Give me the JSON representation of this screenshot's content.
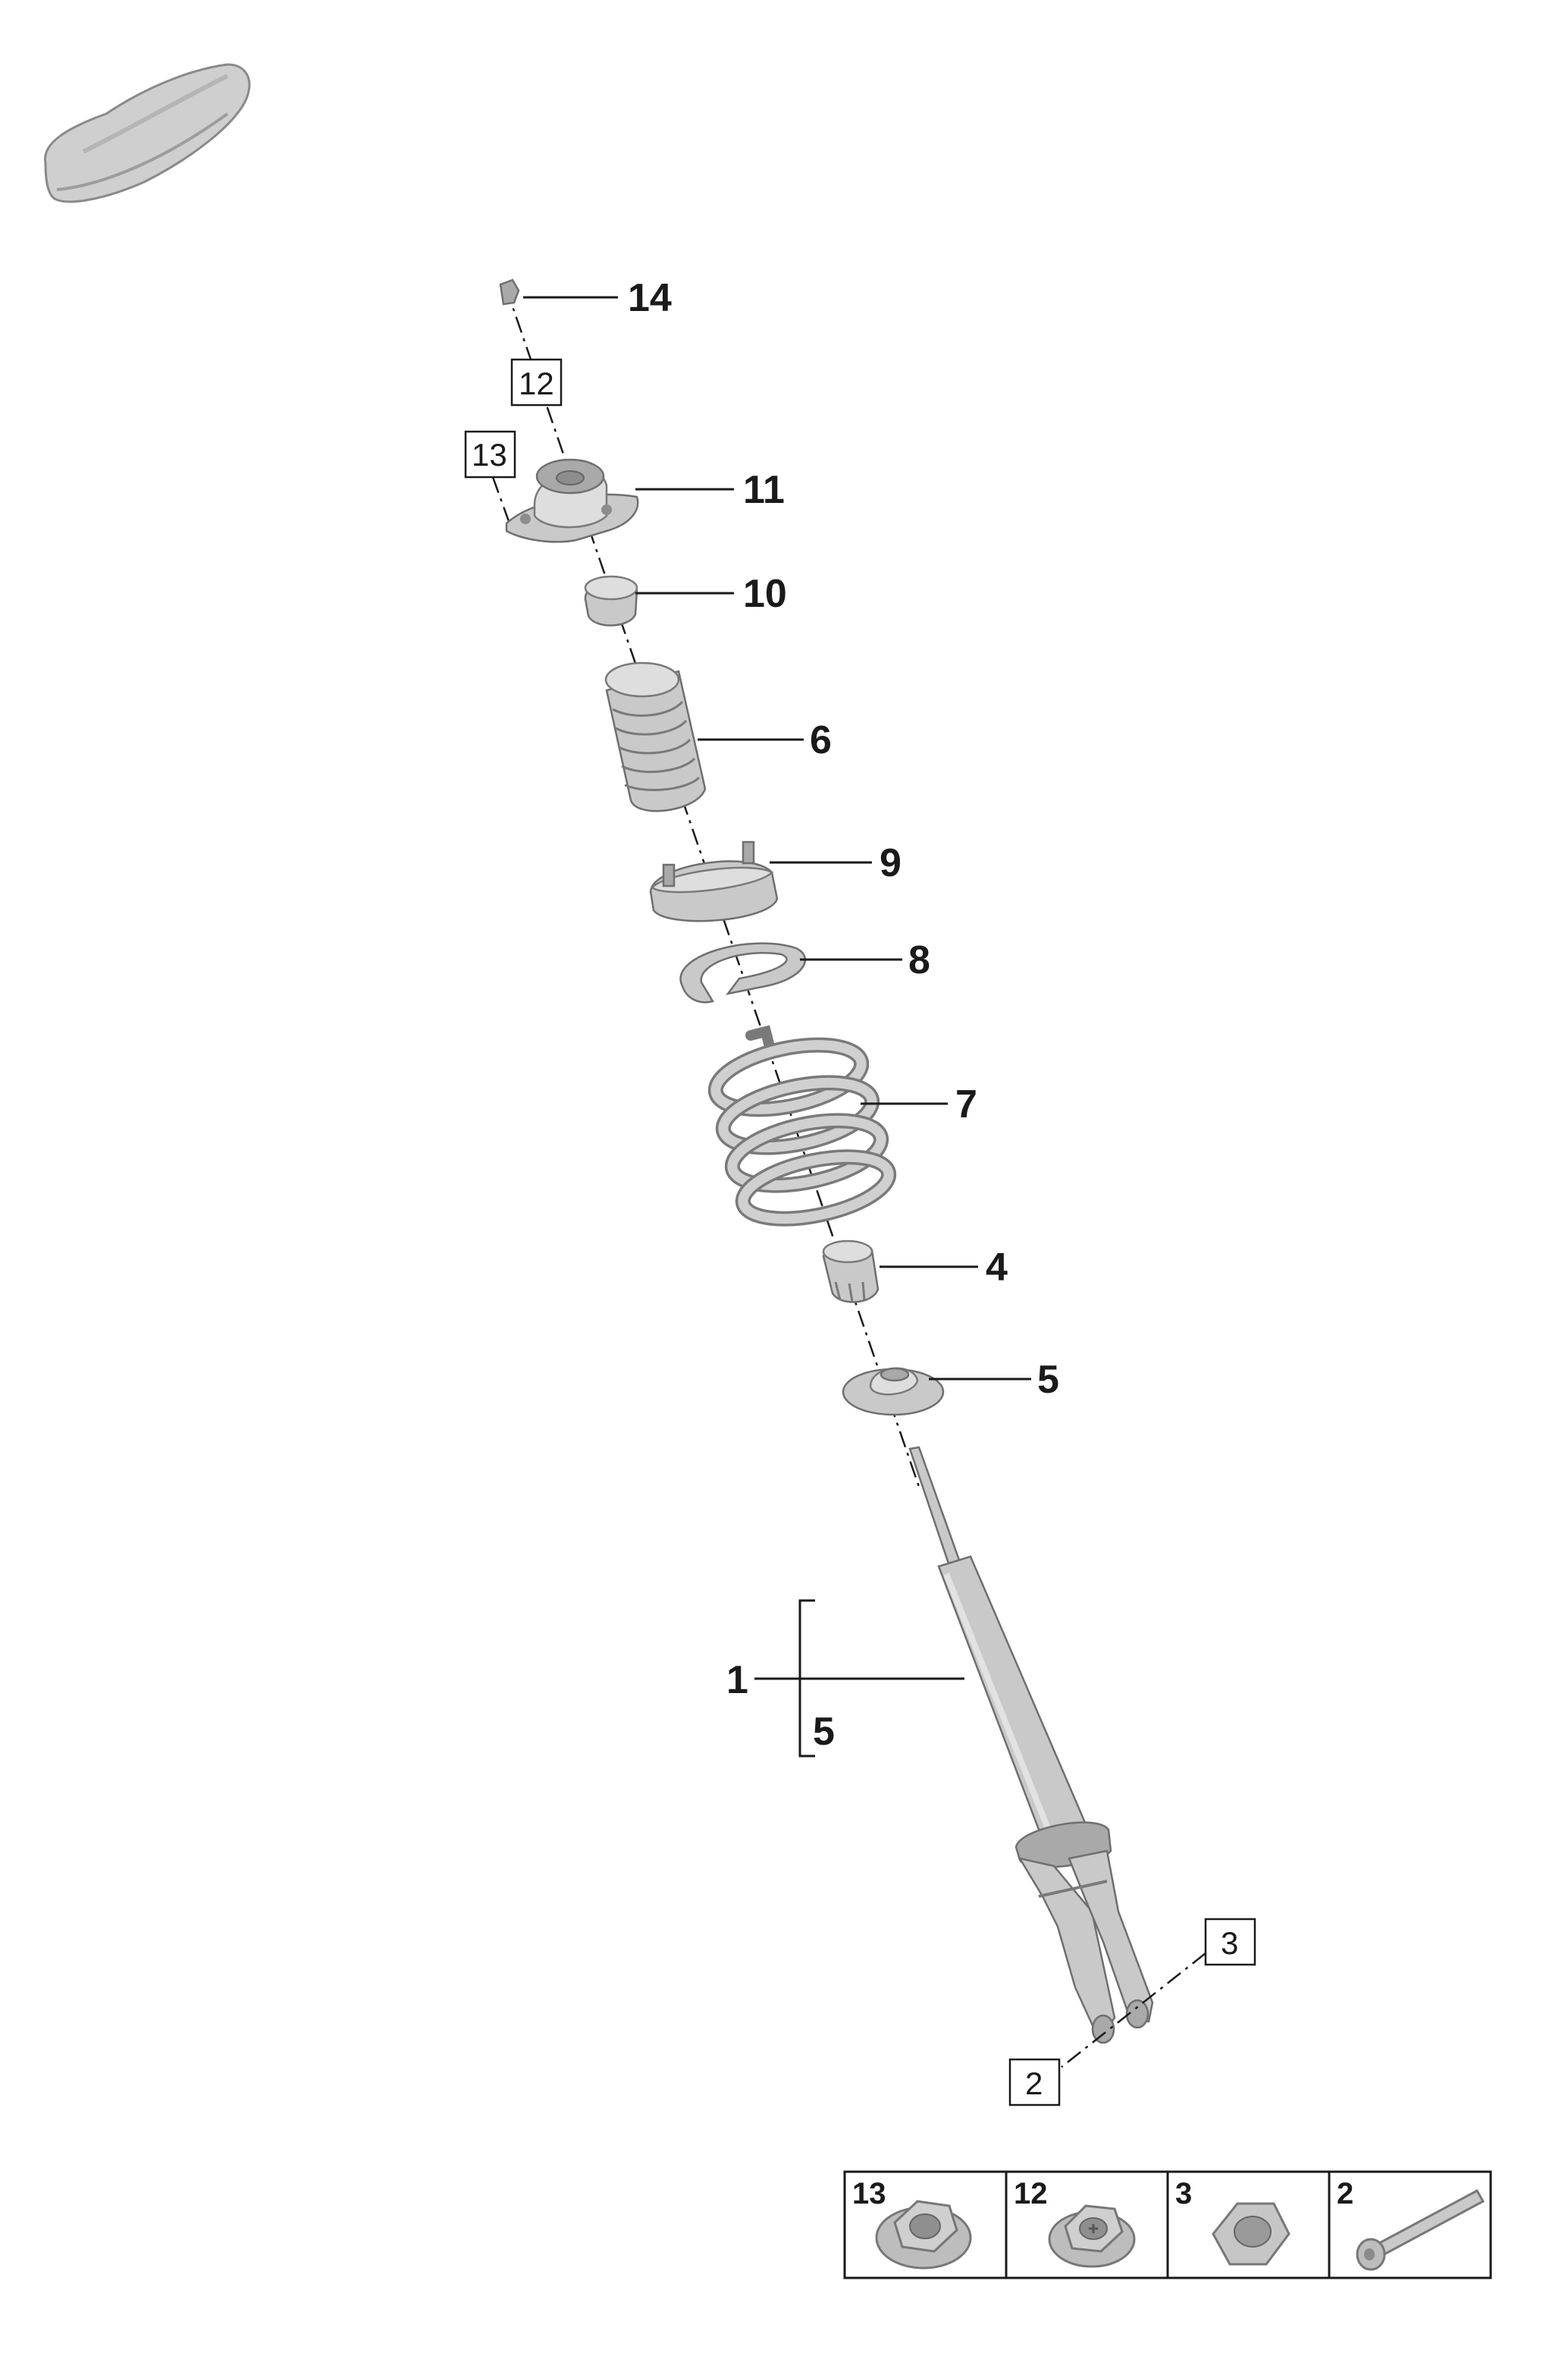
{
  "callouts": {
    "c14": "14",
    "c11": "11",
    "c10": "10",
    "c6": "6",
    "c9": "9",
    "c8": "8",
    "c7": "7",
    "c4": "4",
    "c5": "5",
    "c1": "1",
    "c1_range_end": "5"
  },
  "boxed_refs": {
    "b12": "12",
    "b13": "13",
    "b3": "3",
    "b2": "2"
  },
  "fastener_table": [
    {
      "num": "13",
      "icon": "hex-flange-nut-icon"
    },
    {
      "num": "12",
      "icon": "hex-flange-nut-icon"
    },
    {
      "num": "3",
      "icon": "hex-nut-icon"
    },
    {
      "num": "2",
      "icon": "bolt-icon"
    }
  ],
  "colors": {
    "part_fill": "#c9c9c9",
    "part_stroke": "#6f6f6f",
    "ink": "#1a1a1a"
  }
}
